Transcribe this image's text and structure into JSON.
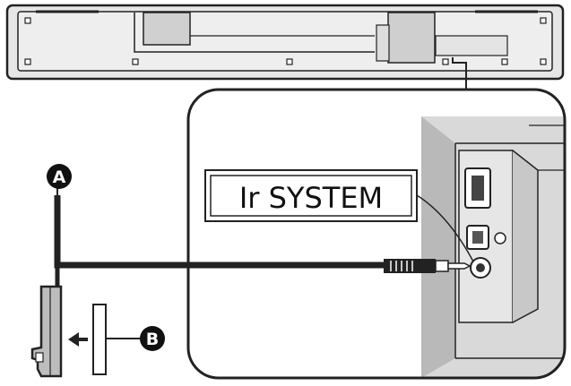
{
  "labels": {
    "port": "Ir SYSTEM",
    "callout_a": "A",
    "callout_b": "B"
  },
  "icons": {
    "arrow": "arrow-left-icon"
  },
  "colors": {
    "stroke": "#222222",
    "panel_gray": "#d9d9d9",
    "panel_dark": "#9a9a9a",
    "bar_fill": "#e6e6e6",
    "background": "#ffffff"
  }
}
